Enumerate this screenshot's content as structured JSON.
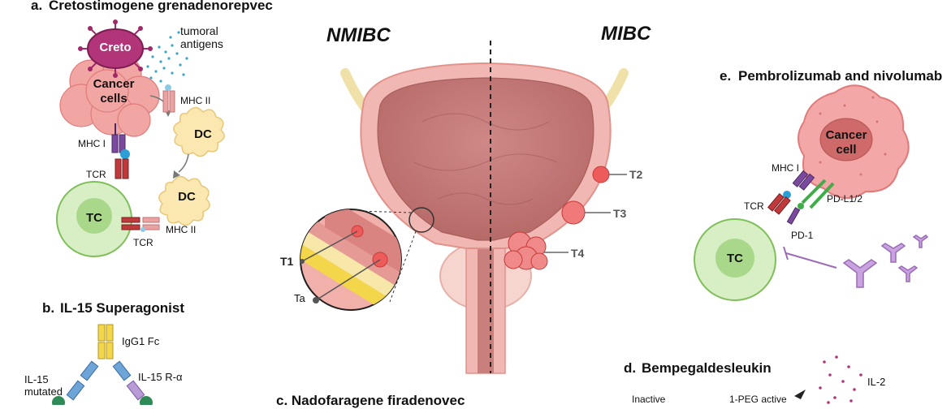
{
  "panel_a": {
    "letter": "a.",
    "title": "Cretostimogene grenadenorepvec",
    "virus": "Creto",
    "antigens": "tumoral\nantigens",
    "cancer": "Cancer\ncells",
    "mhc2_top": "MHC II",
    "dc1": "DC",
    "mhc1": "MHC I",
    "dc2": "DC",
    "tcr1": "TCR",
    "tc": "TC",
    "mhc2_bottom": "MHC II",
    "tcr2": "TCR"
  },
  "panel_b": {
    "letter": "b.",
    "title": "IL-15 Superagonist",
    "fc": "IgG1 Fc",
    "il15": "IL-15\nmutated",
    "r_alpha": "IL-15 R-α"
  },
  "bladder": {
    "left": "NMIBC",
    "right": "MIBC",
    "t2": "T2",
    "t3": "T3",
    "t4": "T4",
    "t1": "T1",
    "ta": "Ta"
  },
  "panel_c": {
    "title": "c. Nadofaragene firadenovec"
  },
  "panel_e": {
    "letter": "e.",
    "title": "Pembrolizumab and nivolumab",
    "cancer": "Cancer\ncell",
    "mhc1": "MHC I",
    "tcr": "TCR",
    "pdl1": "PD-L1/2",
    "pd1": "PD-1",
    "tc": "TC"
  },
  "panel_d": {
    "letter": "d.",
    "title": "Bempegaldesleukin",
    "il2": "IL-2",
    "inactive": "Inactive",
    "active": "1-PEG active"
  },
  "colors": {
    "tcell_fill": "#d8efc6",
    "tcell_stroke": "#7fbf5a",
    "cancer_fill": "#f4a7a7",
    "dc_fill": "#fbe7b0",
    "virus_fill": "#b2357a",
    "bladder_outer": "#f1b7b2",
    "bladder_inner": "#c97f7c",
    "tumor": "#ee5b5b"
  }
}
